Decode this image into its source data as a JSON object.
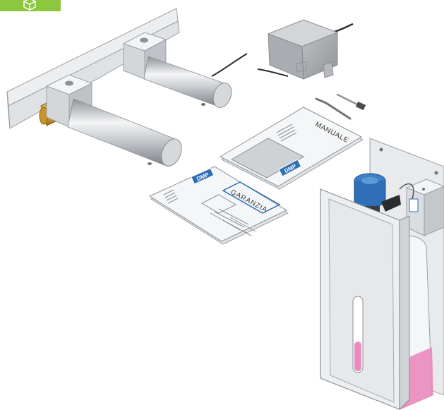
{
  "badge": {
    "icon": "box-icon",
    "color": "#8dc63f"
  },
  "manual": {
    "label": "MANUALE",
    "logo": "DMP"
  },
  "warranty": {
    "label": "GARANZIA",
    "logo": "DMP"
  },
  "colors": {
    "accent_blue": "#2f6fb5",
    "soap_pink": "#e98bbd",
    "metal": "#c9ccd0"
  },
  "components": [
    {
      "name": "faucet-assembly",
      "icon": "faucet-icon"
    },
    {
      "name": "power-adapter",
      "icon": "transformer-icon"
    },
    {
      "name": "hex-key",
      "icon": "allen-key-icon"
    },
    {
      "name": "manual-booklet",
      "icon": "document-icon"
    },
    {
      "name": "warranty-card",
      "icon": "document-icon"
    },
    {
      "name": "soap-dispenser-unit",
      "icon": "pump-icon"
    }
  ]
}
